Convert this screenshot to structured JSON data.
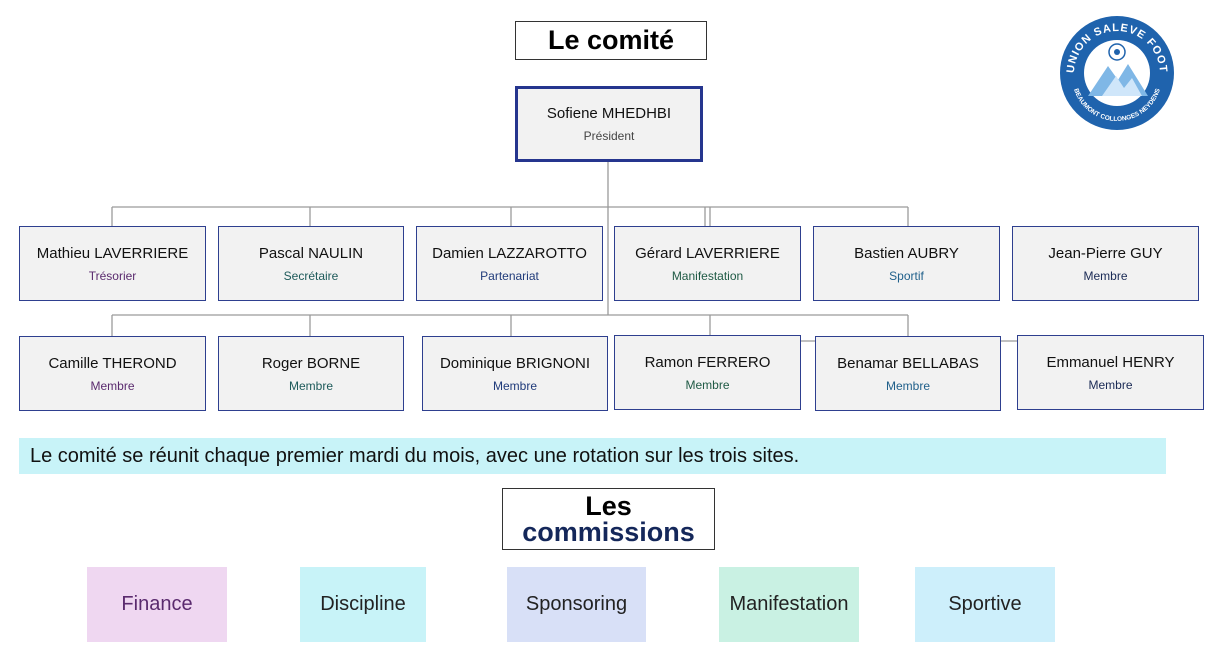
{
  "comite": {
    "title": "Le comité"
  },
  "president": {
    "name": "Sofiene MHEDHBI",
    "role": "Président"
  },
  "members_row1": [
    {
      "name": "Mathieu LAVERRIERE",
      "role": "Trésorier",
      "role_color": "#5a2a6e"
    },
    {
      "name": "Pascal NAULIN",
      "role": "Secrétaire",
      "role_color": "#1d5a5a"
    },
    {
      "name": "Damien LAZZAROTTO",
      "role": "Partenariat",
      "role_color": "#1f3a7a"
    },
    {
      "name": "Gérard LAVERRIERE",
      "role": "Manifestation",
      "role_color": "#1f5a45"
    },
    {
      "name": "Bastien AUBRY",
      "role": "Sportif",
      "role_color": "#1f5f8a"
    },
    {
      "name": "Jean-Pierre GUY",
      "role": "Membre",
      "role_color": "#1a2a55"
    }
  ],
  "members_row2": [
    {
      "name": "Camille THEROND",
      "role": "Membre",
      "role_color": "#5a2a6e"
    },
    {
      "name": "Roger BORNE",
      "role": "Membre",
      "role_color": "#1d5a5a"
    },
    {
      "name": "Dominique BRIGNONI",
      "role": "Membre",
      "role_color": "#1f3a7a"
    },
    {
      "name": "Ramon FERRERO",
      "role": "Membre",
      "role_color": "#1f5a45"
    },
    {
      "name": "Benamar BELLABAS",
      "role": "Membre",
      "role_color": "#1f5f8a"
    },
    {
      "name": "Emmanuel HENRY",
      "role": "Membre",
      "role_color": "#1a2a55"
    }
  ],
  "banner": {
    "text": "Le comité se réunit chaque premier mardi du mois, avec une rotation sur les trois sites."
  },
  "commissions": {
    "title_line1": "Les",
    "title_line2": "commissions",
    "items": [
      {
        "label": "Finance",
        "color": "#efd7f1",
        "text_color": "#5a2a6e"
      },
      {
        "label": "Discipline",
        "color": "#c8f3f8",
        "text_color": "#222222"
      },
      {
        "label": "Sponsoring",
        "color": "#d8e0f7",
        "text_color": "#222222"
      },
      {
        "label": "Manifestation",
        "color": "#c9f1e3",
        "text_color": "#222222"
      },
      {
        "label": "Sportive",
        "color": "#cdeffb",
        "text_color": "#222222"
      }
    ]
  },
  "logo": {
    "top_text": "UNION SALEVE FOOT",
    "bottom_text": "BEAUMONT COLLONGES NEYDENS"
  },
  "colors": {
    "node_border": "#2e3f8f",
    "connector": "#9a9a9a",
    "logo_blue": "#1f63ad"
  }
}
